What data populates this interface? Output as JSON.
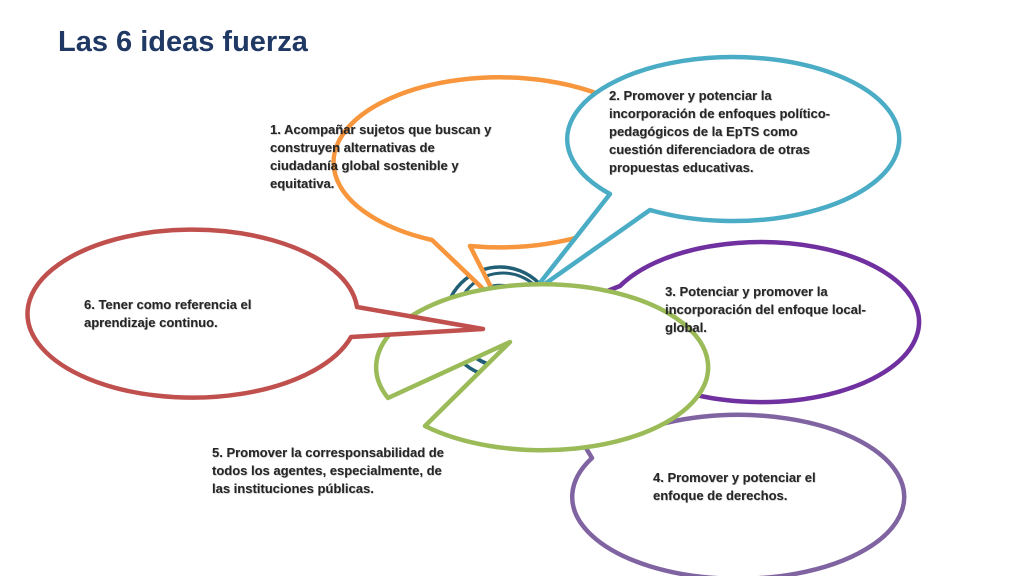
{
  "title": "Las 6 ideas fuerza",
  "colors": {
    "title": "#1f3864",
    "hub": "#215f76",
    "idea1": "#f7963c",
    "idea2": "#4bacc6",
    "idea3": "#7030a0",
    "idea4": "#8064a2",
    "idea5": "#9bbb59",
    "idea6": "#c0504d"
  },
  "ideas": [
    {
      "text": "1. Acompañar sujetos que buscan y construyen alternativas de ciudadanía global sostenible y equitativa."
    },
    {
      "text": "2. Promover y potenciar la incorporación de enfoques político-pedagógicos de la EpTS como cuestión diferenciadora de otras propuestas educativas."
    },
    {
      "text": "3. Potenciar  y promover la incorporación del enfoque local-global."
    },
    {
      "text": "4. Promover y potenciar el enfoque de derechos."
    },
    {
      "text": "5. Promover la corresponsabilidad de todos los agentes, especialmente, de las instituciones públicas."
    },
    {
      "text": "6. Tener como referencia el aprendizaje continuo."
    }
  ]
}
